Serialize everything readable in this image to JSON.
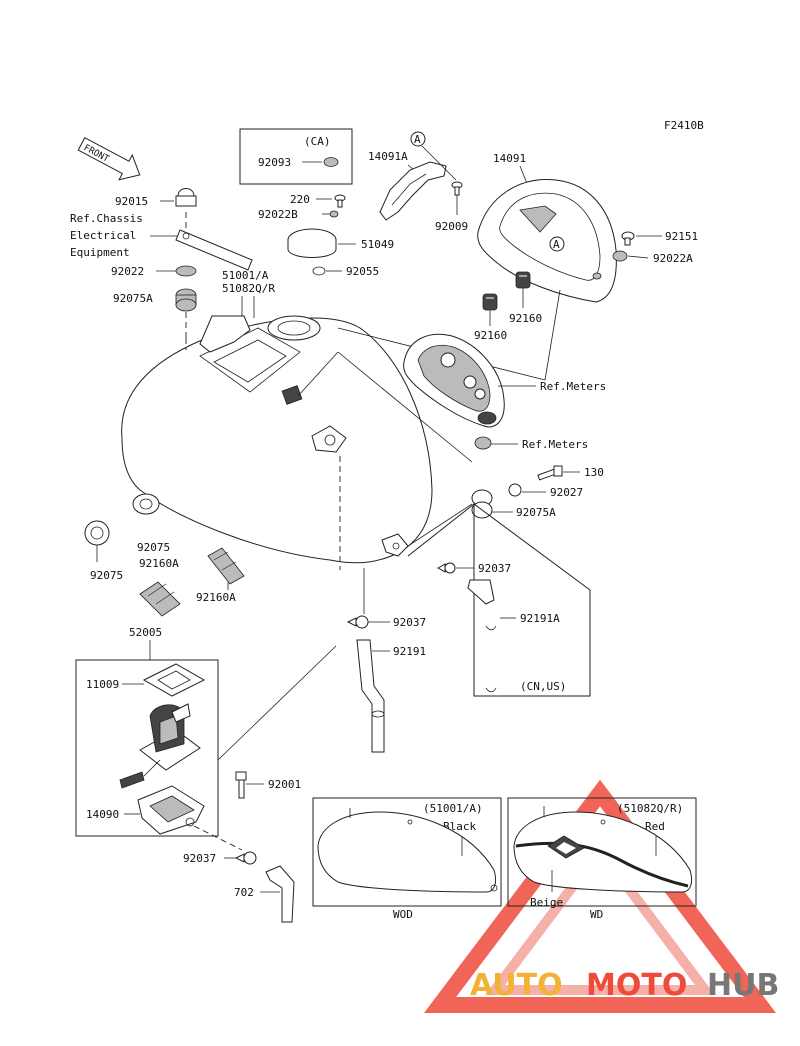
{
  "diagram_code": "F2410B",
  "front_arrow_label": "FRONT",
  "callout_marker": "A",
  "labels": {
    "p92093": "92093",
    "ca_note": "(CA)",
    "p220": "220",
    "p92022B": "92022B",
    "p14091A": "14091A",
    "p92009": "92009",
    "p14091": "14091",
    "p92151": "92151",
    "p92022A": "92022A",
    "p51049": "51049",
    "p92055": "92055",
    "p92015": "92015",
    "ref_chassis_1": "Ref.Chassis",
    "ref_chassis_2": "Electrical",
    "ref_chassis_3": "Equipment",
    "p92022": "92022",
    "p92075A_top": "92075A",
    "p51001A": "51001/A",
    "p51082Q": "51082Q/R",
    "p92160_left": "92160",
    "p92160_right": "92160",
    "ref_meters_1": "Ref.Meters",
    "ref_meters_2": "Ref.Meters",
    "p130": "130",
    "p92027": "92027",
    "p92075A_right": "92075A",
    "p92075_a": "92075",
    "p92075_b": "92075",
    "p92160A_a": "92160A",
    "p92160A_b": "92160A",
    "p92037_a": "92037",
    "p92191A": "92191A",
    "cn_us_note": "(CN,US)",
    "p92037_b": "92037",
    "p92191": "92191",
    "p52005": "52005",
    "p11009": "11009",
    "p92001": "92001",
    "p14090": "14090",
    "p92037_c": "92037",
    "p702": "702",
    "inset_left_title": "(51001/A)",
    "inset_left_color": "Black",
    "inset_left_code": "WOD",
    "inset_right_title": "(51082Q/R)",
    "inset_right_color_1": "Red",
    "inset_right_color_2": "Beige",
    "inset_right_code": "WD"
  },
  "watermark": {
    "part1": "AUTO",
    "part2": "MOTO",
    "part3": "HUB",
    "colors": {
      "auto": "#f2b233",
      "moto": "#ee4b3a",
      "hub": "#777777",
      "triangle": "#ee4b3a"
    }
  }
}
